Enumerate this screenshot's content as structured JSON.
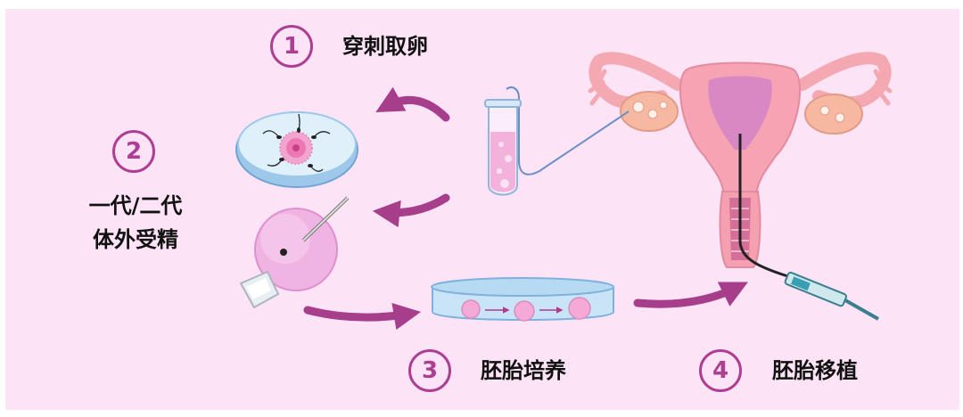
{
  "colors": {
    "background": "#fde3f6",
    "accent": "#ad3f92",
    "arrow": "#a63e8c",
    "text": "#111111"
  },
  "steps": [
    {
      "number": "1",
      "label": "穿刺取卵"
    },
    {
      "number": "2",
      "label_line1": "一代/二代",
      "label_line2": "体外受精"
    },
    {
      "number": "3",
      "label": "胚胎培养"
    },
    {
      "number": "4",
      "label": "胚胎移植"
    }
  ]
}
